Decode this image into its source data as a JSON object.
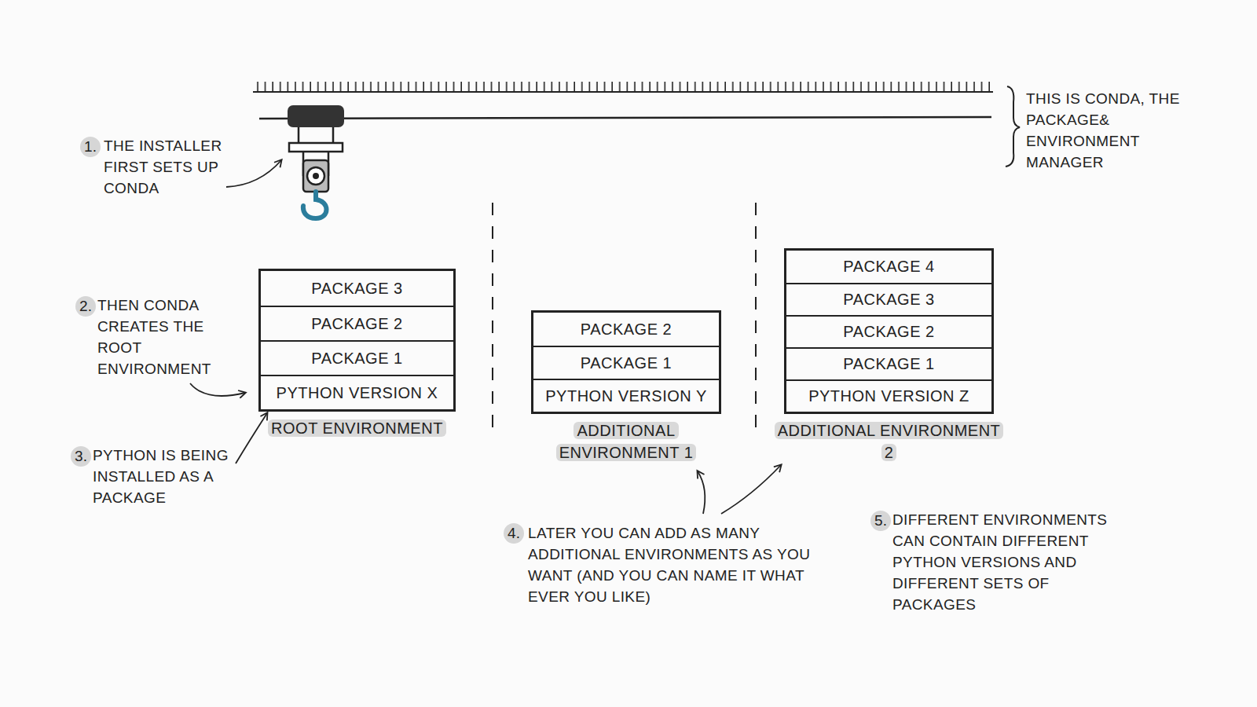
{
  "diagram": {
    "nodes": [
      {
        "text": [
          "ROOT ENVIRONMENT"
        ]
      },
      {
        "text": [
          "PACKAGE 3"
        ],
        "in": 0
      },
      {
        "text": [
          "PACKAGE 2"
        ],
        "in": 0
      },
      {
        "text": [
          "PACKAGE 1"
        ],
        "in": 0
      },
      {
        "text": [
          "PYTHON VERSION X"
        ],
        "in": 0
      },
      {
        "text": [
          "ADDITIONAL ENVIRONMENT 1"
        ]
      },
      {
        "text": [
          "PACKAGE 2"
        ],
        "in": 5
      },
      {
        "text": [
          "PACKAGE 1"
        ],
        "in": 5
      },
      {
        "text": [
          "PYTHON VERSION Y"
        ],
        "in": 5
      },
      {
        "text": [
          "ADDITIONAL ENVIRONMENT 2"
        ]
      },
      {
        "text": [
          "PACKAGE 4"
        ],
        "in": 9
      },
      {
        "text": [
          "PACKAGE 3"
        ],
        "in": 9
      },
      {
        "text": [
          "PACKAGE 2"
        ],
        "in": 9
      },
      {
        "text": [
          "PACKAGE 1"
        ],
        "in": 9
      },
      {
        "text": [
          "PYTHON VERSION Z"
        ],
        "in": 9
      }
    ],
    "labels": [
      "1.",
      "THE INSTALLER FIRST SETS UP CONDA",
      "2.",
      "THEN CONDA CREATES THE ROOT ENVIRONMENT",
      "3.",
      "PYTHON IS BEING INSTALLED AS A PACKAGE",
      "4.",
      "LATER YOU CAN ADD AS MANY ADDITIONAL ENVIRONMENTS AS YOU WANT (AND YOU CAN NAME IT WHAT EVER YOU LIKE)",
      "5.",
      "DIFFERENT ENVIRONMENTS CAN CONTAIN DIFFERENT PYTHON VERSIONS AND DIFFERENT SETS OF PACKAGES",
      "THIS IS CONDA, THE PACKAGE& ENVIRONMENT MANAGER"
    ]
  }
}
